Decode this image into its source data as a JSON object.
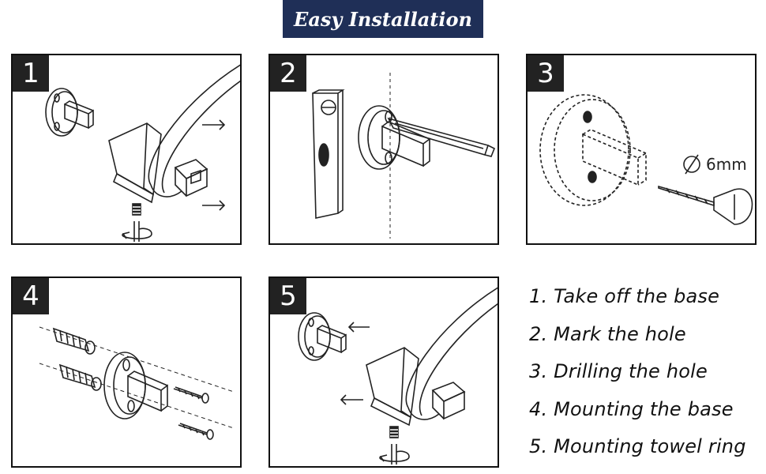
{
  "header": {
    "title": "Easy Installation"
  },
  "panels": [
    {
      "number": "1",
      "icon": "take-off-base-illustration"
    },
    {
      "number": "2",
      "icon": "mark-hole-illustration"
    },
    {
      "number": "3",
      "icon": "drilling-hole-illustration",
      "drill_size": "6mm"
    },
    {
      "number": "4",
      "icon": "mount-base-illustration"
    },
    {
      "number": "5",
      "icon": "mount-towel-ring-illustration"
    }
  ],
  "steps": [
    "1. Take off the base",
    "2. Mark the hole",
    "3. Drilling the hole",
    "4. Mounting the base",
    "5. Mounting towel ring"
  ],
  "colors": {
    "title_bg": "#1f2f57",
    "badge_bg": "#222222",
    "line": "#222222"
  }
}
